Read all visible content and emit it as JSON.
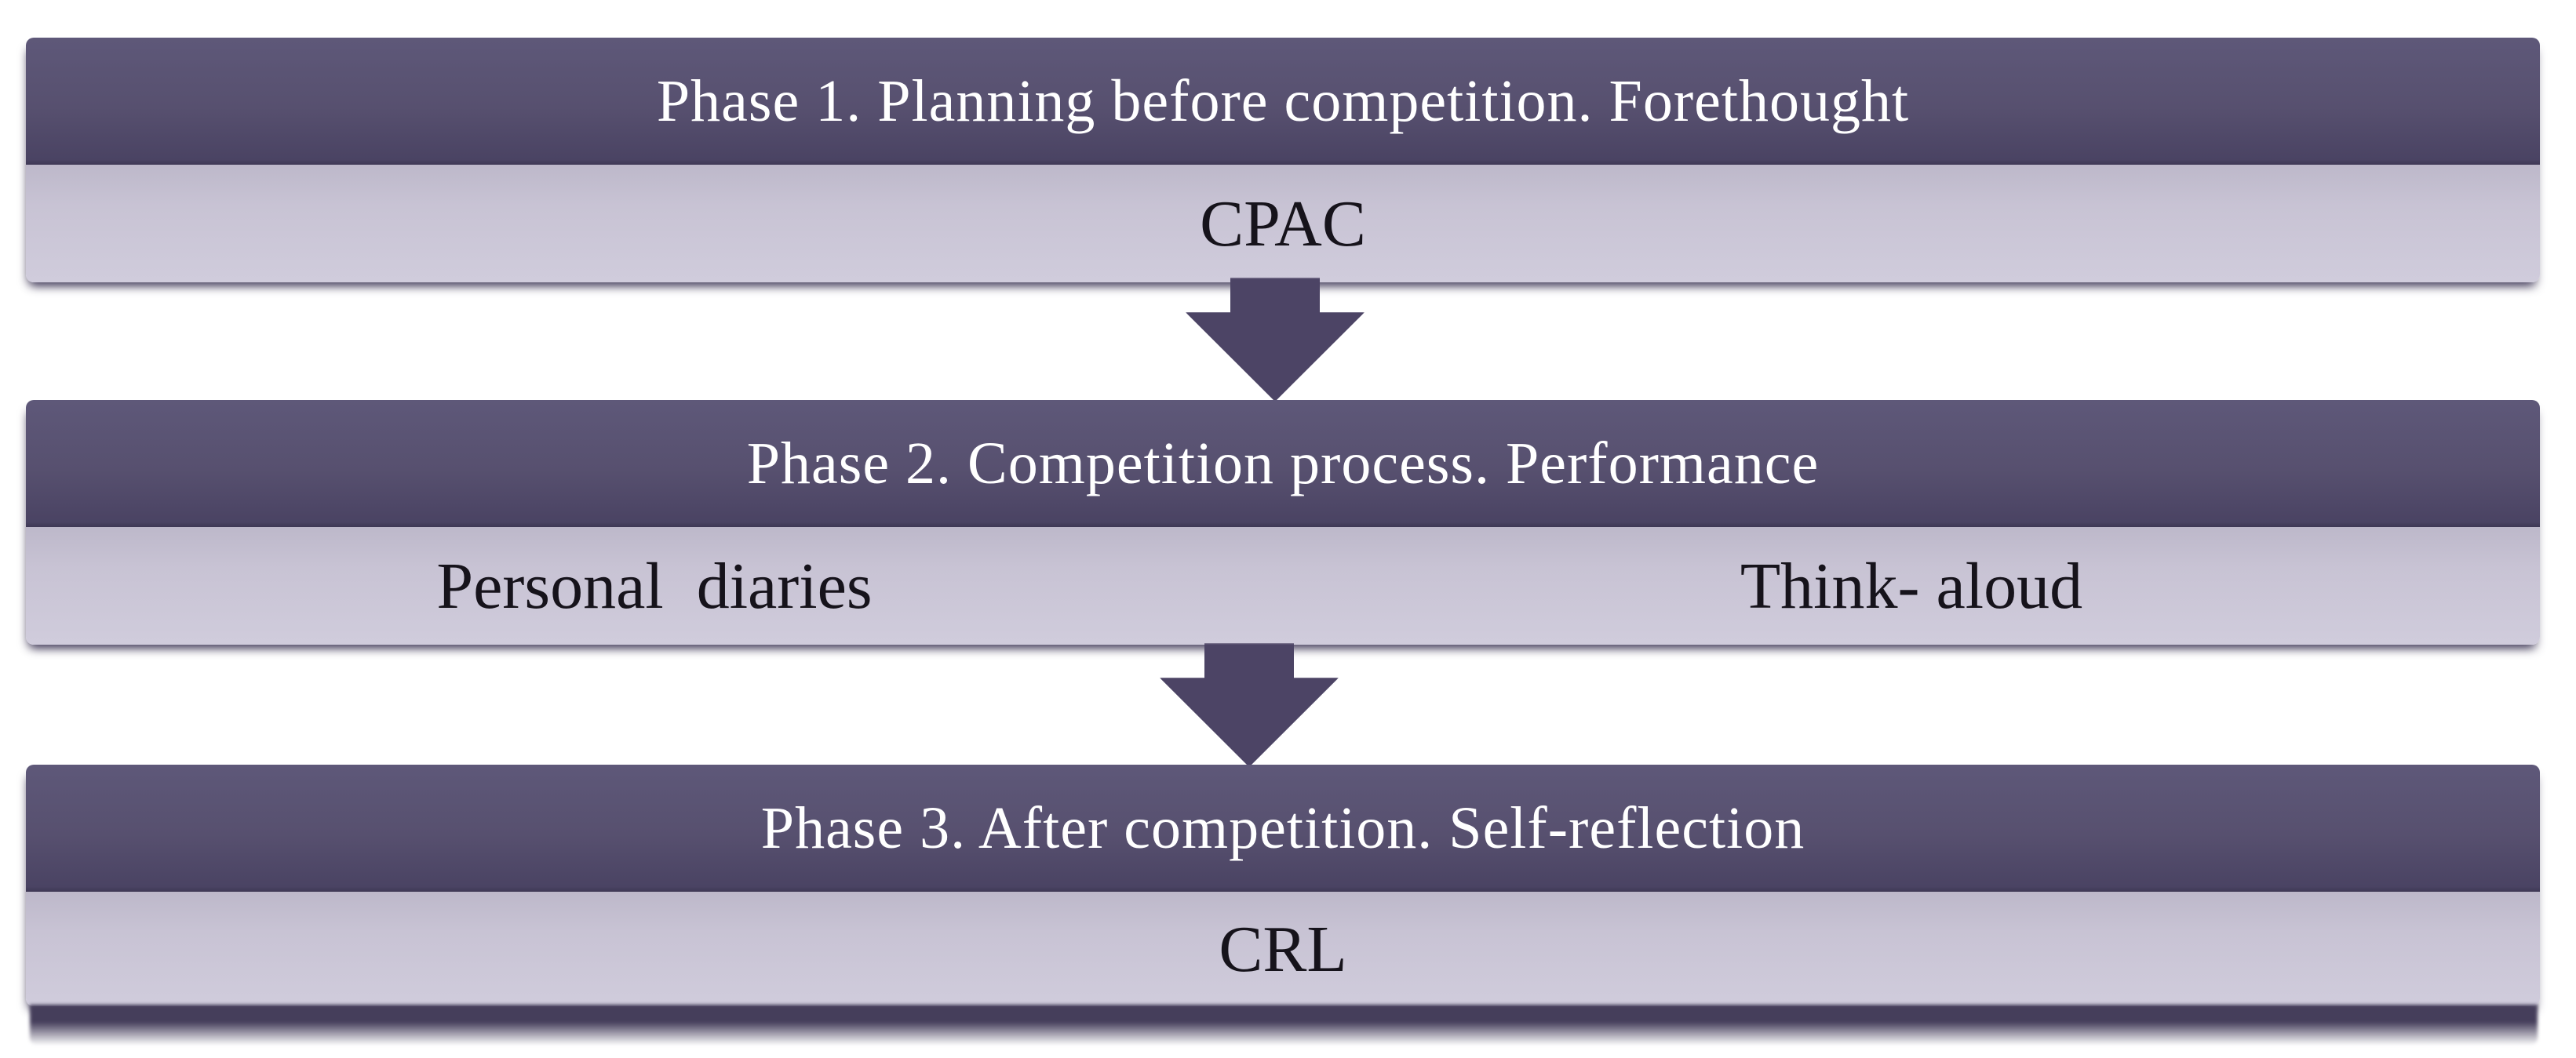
{
  "diagram": {
    "phases": [
      {
        "header": "Phase 1. Planning before competition. Forethought",
        "items": [
          "CPAC"
        ]
      },
      {
        "header": "Phase 2. Competition process. Performance",
        "items": [
          "Personal  diaries",
          "Think- aloud"
        ]
      },
      {
        "header": "Phase 3. After competition. Self-reflection",
        "items": [
          "CRL"
        ]
      }
    ],
    "connectors": [
      {
        "icon": "down-arrow-icon"
      },
      {
        "icon": "down-arrow-icon"
      }
    ],
    "colors": {
      "background": "#FFFFFF",
      "header_bg": "#57506F",
      "header_bg_top": "#5E5879",
      "header_bg_bottom": "#4A4363",
      "body_bg": "#C8C3D4",
      "body_bg_top": "#BDB8CA",
      "body_bg_bottom": "#D0CCDC",
      "arrow": "#4C4465",
      "header_text": "#FFFFFF",
      "body_text": "#16131B",
      "shadow": "#453E5B"
    }
  }
}
